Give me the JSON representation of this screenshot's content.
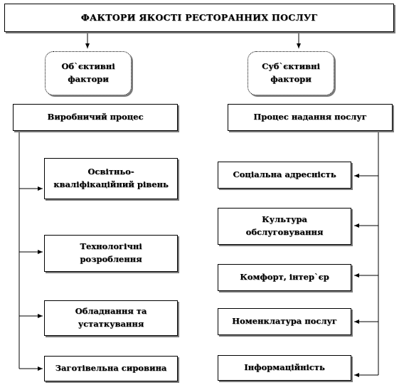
{
  "title": "ФАКТОРИ ЯКОСТІ  РЕСТОРАННИХ  ПОСЛУГ",
  "objective": {
    "label": "Об`єктивні фактори",
    "process": "Виробничий процес",
    "items": [
      "Освітньо-кваліфікаційний  рівень",
      "Технологічні розроблення",
      "Обладнання та устаткування",
      "Заготівельна сировина"
    ]
  },
  "subjective": {
    "label": "Суб`єктивні фактори",
    "process": "Процес надання послуг",
    "items": [
      "Соціальна адресність",
      "Культура обслуговування",
      "Комфорт, інтер`єр",
      "Номенклатура послуг",
      "Інформаційність"
    ]
  }
}
